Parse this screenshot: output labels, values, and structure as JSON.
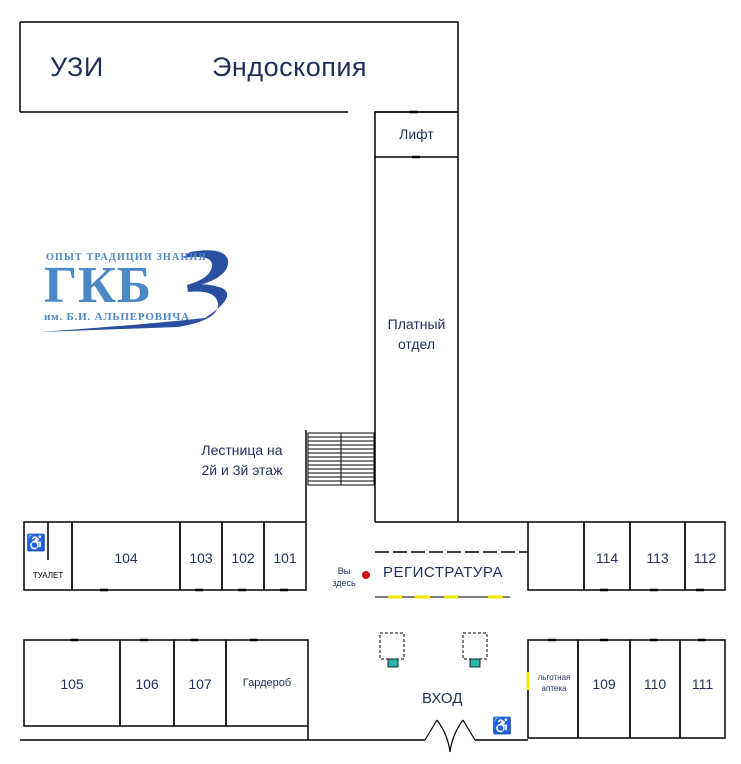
{
  "top_rooms": {
    "uzi": "УЗИ",
    "endoscopy": "Эндоскопия"
  },
  "lift": "Лифт",
  "paid_dept": [
    "Платный",
    "отдел"
  ],
  "stairs": [
    "Лестница на",
    "2й и 3й этаж"
  ],
  "logo": {
    "tagline": "ОПЫТ  ТРАДИЦИИ  ЗНАНИЯ",
    "name": "ГКБ",
    "number": "3",
    "subtitle": "им.  Б.И.  АЛЬПЕРОВИЧА"
  },
  "upper_rooms": {
    "toilet": "ТУАЛЕТ",
    "r104": "104",
    "r103": "103",
    "r102": "102",
    "r101": "101",
    "r114": "114",
    "r113": "113",
    "r112": "112"
  },
  "you_are_here": [
    "Вы",
    "здесь"
  ],
  "registry": "РЕГИСТРАТУРА",
  "lower_rooms": {
    "r105": "105",
    "r106": "106",
    "r107": "107",
    "wardrobe": "Гардероб",
    "pharmacy": [
      "льготная",
      "аптека"
    ],
    "r109": "109",
    "r110": "110",
    "r111": "111"
  },
  "entrance": "ВХОД",
  "colors": {
    "text": "#1f2f5c",
    "wall": "#000000",
    "logo": "#4b88c8",
    "you_are_here": "#cc1111",
    "accent": "#f2e600",
    "kiosk": "#2bb5b0"
  },
  "icons": [
    "wheelchair-icon",
    "wheelchair-icon"
  ]
}
